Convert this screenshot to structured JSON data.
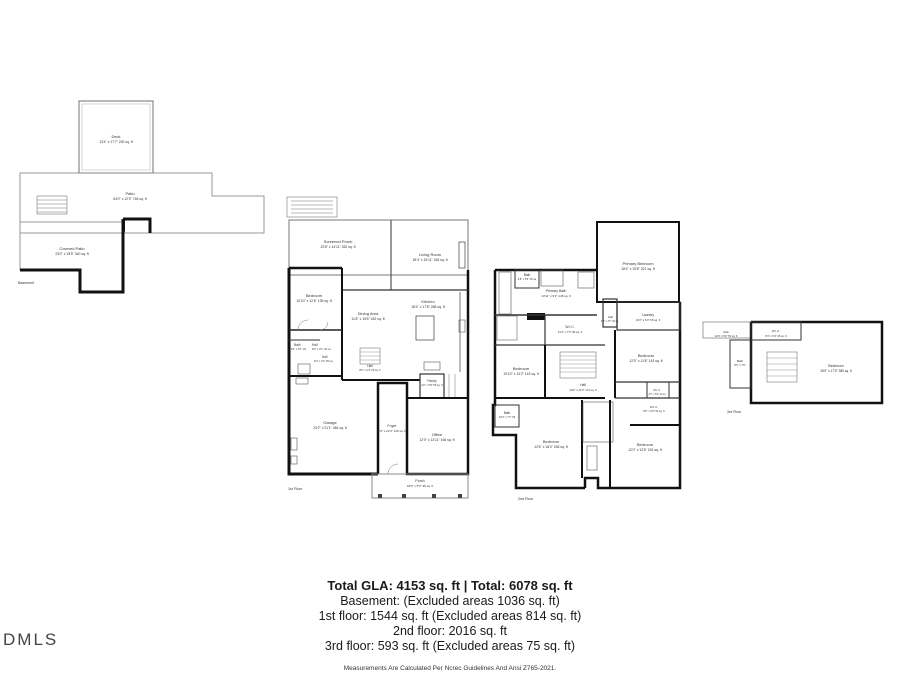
{
  "basement": {
    "deck": {
      "name": "Deck",
      "size": "13'4\" x 17'7\" 230 sq. ft"
    },
    "patio": {
      "name": "Patio",
      "size": "64'0\" x 12'0\" 748 sq. ft"
    },
    "covered_patio": {
      "name": "Covered Patio",
      "size": "23'0\" x 15'5\" 340 sq. ft"
    },
    "floor_label": "Basement"
  },
  "first_floor": {
    "screened_porch": {
      "name": "Screened Porch",
      "size": "22'8\" x 14'11\" 332 sq. ft"
    },
    "living_room": {
      "name": "Living Room",
      "size": "18'4\" x 15'11\" 248 sq. ft"
    },
    "bedroom": {
      "name": "Bedroom",
      "size": "10'10\" x 12'6\" 135 sq. ft"
    },
    "dining_area": {
      "name": "Dining Area",
      "size": "11'8\" x 15'5\" 182 sq. ft"
    },
    "kitchen": {
      "name": "Kitchen",
      "size": "18'4\" x 17'8\" 288 sq. ft"
    },
    "bath": {
      "name": "Bath",
      "size": "8'1\" x 5'1\" 33"
    },
    "hall_a": {
      "name": "Hall",
      "size": "8'2\" x 3'1\" 32 sq"
    },
    "hall_b": {
      "name": "Hall",
      "size": "6'4\" x 4'3\" 25 sq"
    },
    "hall_c": {
      "name": "Hall",
      "size": "8'0\" x 3'4\" 25 sq. ft"
    },
    "pantry": {
      "name": "Pantry",
      "size": "4'2\" x 5'9\" 55 sq. ft"
    },
    "garage": {
      "name": "Garage",
      "size": "23'2\" x 21'1\" 484 sq. ft"
    },
    "foyer": {
      "name": "Foyer",
      "size": "6'0\" x 22'4\" 130 sq. ft"
    },
    "office": {
      "name": "Office",
      "size": "12'0\" x 13'11\" 166 sq. ft"
    },
    "porch": {
      "name": "Porch",
      "size": "18'0\" x 5'3\" 95 sq. ft"
    },
    "floor_label": "1st Floor"
  },
  "second_floor": {
    "bath_top": {
      "name": "Bath",
      "size": "4'8\" x 5'6\" 26 sq"
    },
    "primary_bath": {
      "name": "Primary Bath",
      "size": "13'11\" x 9'3\" 148 sq. ft"
    },
    "primary_bedroom": {
      "name": "Primary Bedroom",
      "size": "18'4\" x 19'8\" 321 sq. ft"
    },
    "wic_a": {
      "name": "W.I.C.",
      "size": "11'4\" x 7'3\" 82 sq. ft"
    },
    "laundry": {
      "name": "Laundry",
      "size": "10'2\" x 6'3\" 65 sq. ft"
    },
    "hall_a": {
      "name": "Hall",
      "size": "4'3\" x 3'7\" 20 sq"
    },
    "bedroom_left": {
      "name": "Bedroom",
      "size": "10'10\" x 13'2\" 143 sq. ft"
    },
    "bedroom_right": {
      "name": "Bedroom",
      "size": "12'0\" x 11'6\" 143 sq. ft"
    },
    "hall_main": {
      "name": "Hall",
      "size": "19'3\" x 11'3\" 174 sq. ft"
    },
    "wic_b": {
      "name": "W.I.C.",
      "size": "4'7\" x 6'0\" 23 sq"
    },
    "wic_c": {
      "name": "W.I.C.",
      "size": "8'0\" x 6'0\" 53 sq. ft"
    },
    "bath_left": {
      "name": "Bath",
      "size": "10'4\" x 7'1\" 56"
    },
    "bedroom_bottom_left": {
      "name": "Bedroom",
      "size": "12'6\" x 18'4\" 248 sq. ft"
    },
    "bedroom_bottom_right": {
      "name": "Bedroom",
      "size": "12'0\" x 12'6\" 152 sq. ft"
    },
    "floor_label": "2nd Floor"
  },
  "third_floor": {
    "attic": {
      "name": "Attic",
      "size": "12'0\" x 5'0\" 53 sq. ft"
    },
    "wic": {
      "name": "W.I.C.",
      "size": "8'4\" x 5'4\" 45 sq. ft"
    },
    "bath": {
      "name": "Bath",
      "size": "8'1\" x 7'9\""
    },
    "bedroom": {
      "name": "Bedroom",
      "size": "28'0\" x 17'5\" 385 sq. ft"
    },
    "floor_label": "3rd Floor"
  },
  "summary": {
    "total": "Total GLA: 4153 sq. ft | Total: 6078 sq. ft",
    "basement": "Basement: (Excluded areas 1036 sq. ft)",
    "first": "1st floor: 1544 sq. ft (Excluded areas 814 sq. ft)",
    "second": "2nd floor: 2016 sq. ft",
    "third": "3rd floor: 593 sq. ft (Excluded areas 75 sq. ft)",
    "note": "Measurements Are Calculated Per Ncrec Guidelines And Ansi Z765-2021."
  },
  "logo": {
    "text": "DMLS"
  }
}
